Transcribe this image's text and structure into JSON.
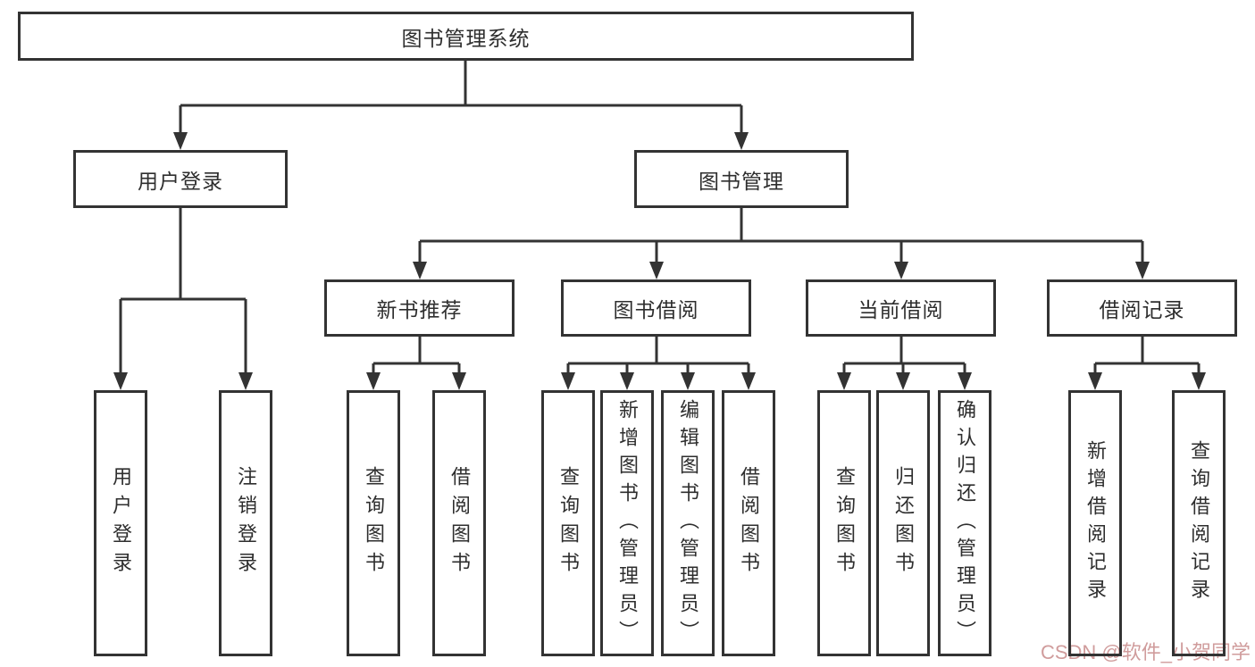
{
  "diagram": {
    "title": "图书管理系统",
    "root": {
      "label": "图书管理系统",
      "children": [
        {
          "label": "用户登录",
          "children": [
            {
              "label": "用户登录"
            },
            {
              "label": "注销登录"
            }
          ]
        },
        {
          "label": "图书管理",
          "children": [
            {
              "label": "新书推荐",
              "children": [
                {
                  "label": "查询图书"
                },
                {
                  "label": "借阅图书"
                }
              ]
            },
            {
              "label": "图书借阅",
              "children": [
                {
                  "label": "查询图书"
                },
                {
                  "label": "新增图书（管理员）"
                },
                {
                  "label": "编辑图书（管理员）"
                },
                {
                  "label": "借阅图书"
                }
              ]
            },
            {
              "label": "当前借阅",
              "children": [
                {
                  "label": "查询图书"
                },
                {
                  "label": "归还图书"
                },
                {
                  "label": "确认归还（管理员）"
                }
              ]
            },
            {
              "label": "借阅记录",
              "children": [
                {
                  "label": "新增借阅记录"
                },
                {
                  "label": "查询借阅记录"
                }
              ]
            }
          ]
        }
      ]
    }
  },
  "watermark": {
    "text": "CSDN @软件_小贺同学"
  },
  "colors": {
    "line": "#333333",
    "text": "#2e2e2e",
    "watermark": "#d09c9c",
    "background": "#ffffff"
  }
}
